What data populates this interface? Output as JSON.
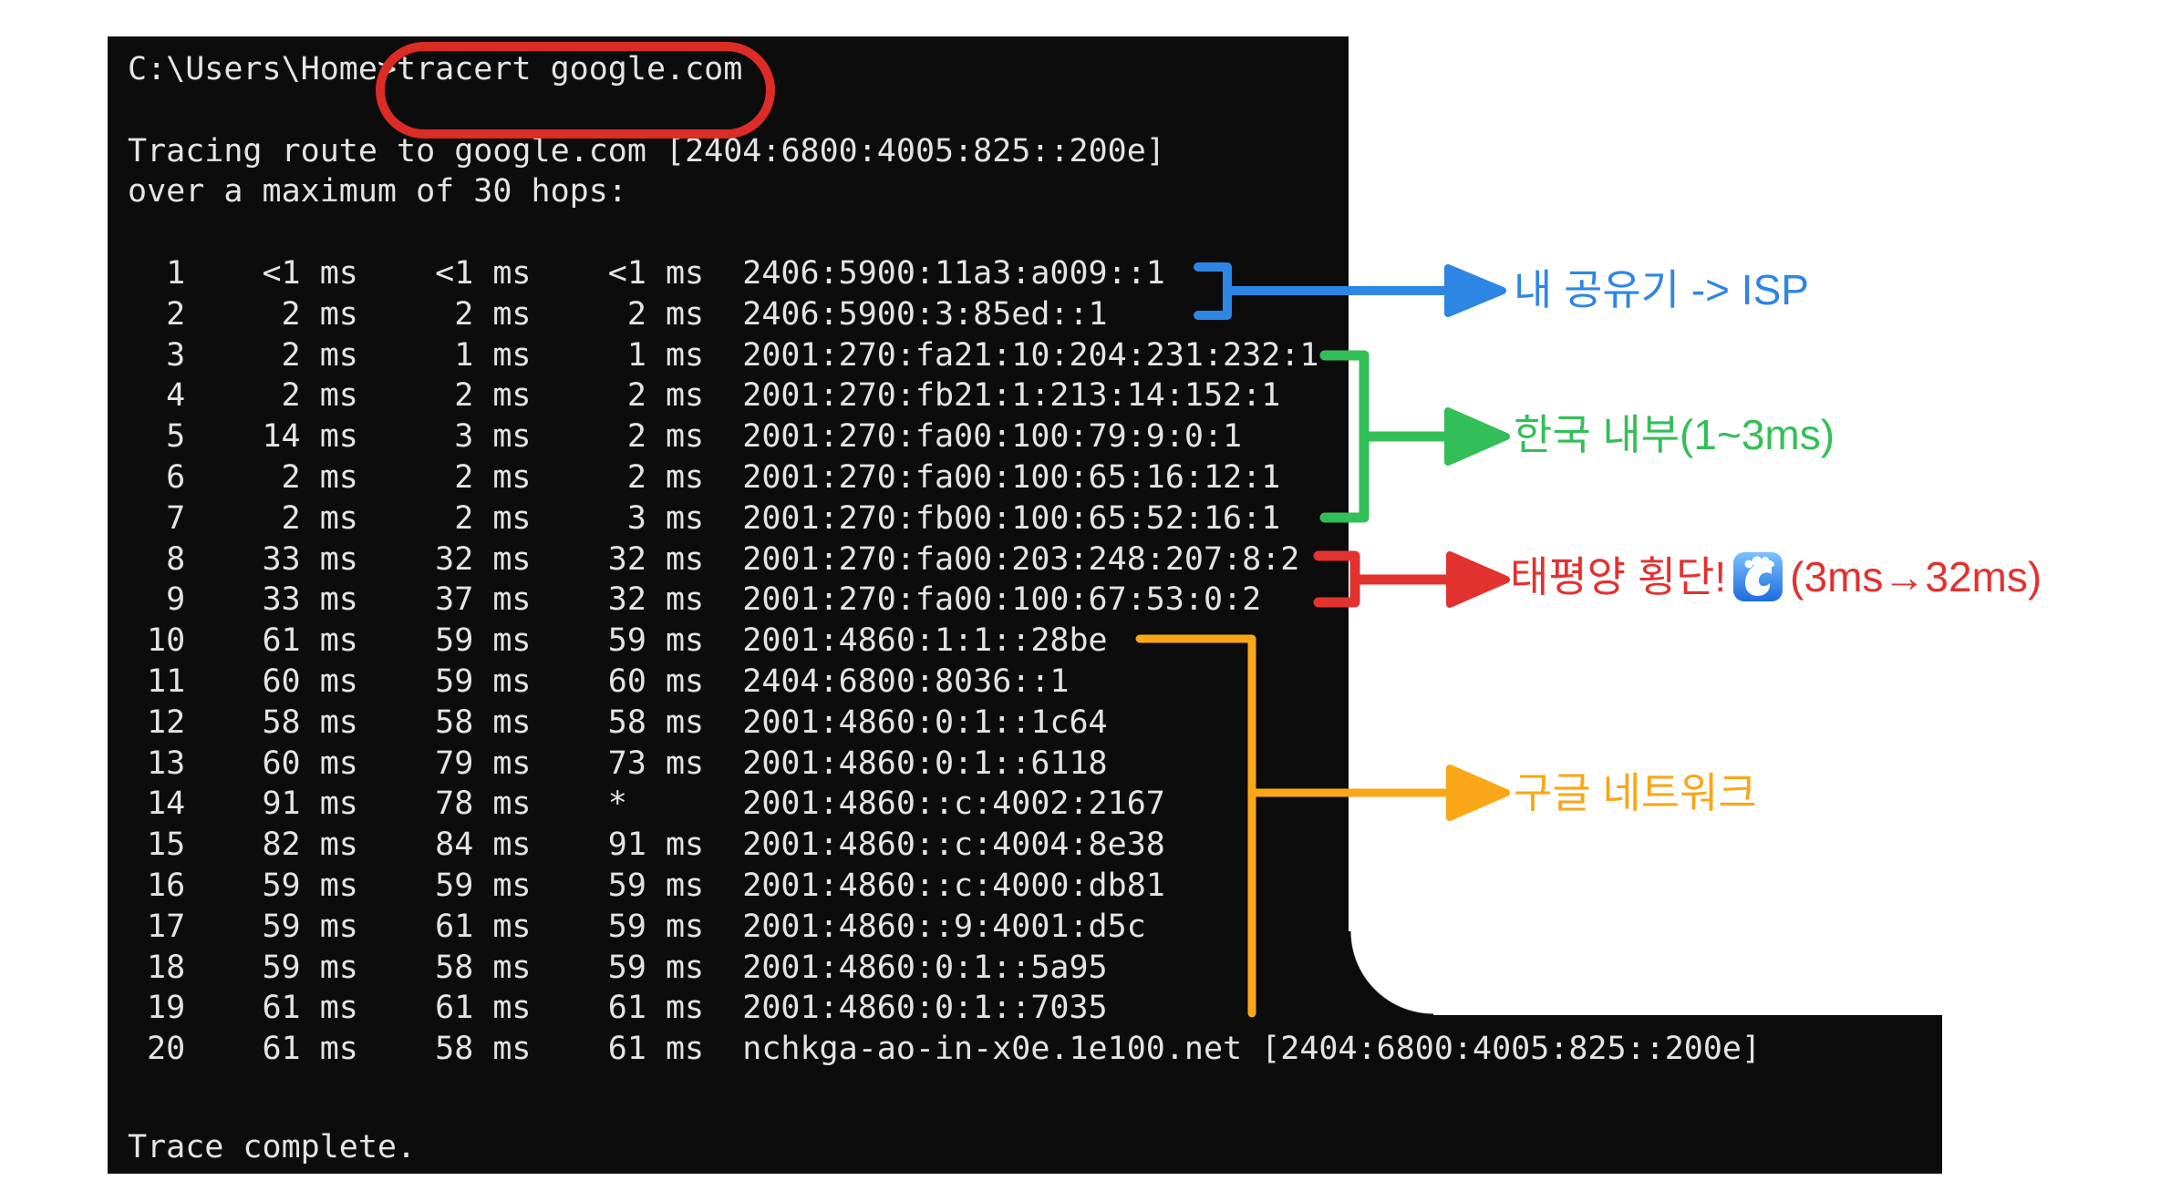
{
  "terminal": {
    "prompt": "C:\\Users\\Home>",
    "command": "tracert google.com",
    "tracing_line": "Tracing route to google.com [2404:6800:4005:825::200e]",
    "max_hops_line": "over a maximum of 30 hops:",
    "trace_complete": "Trace complete.",
    "hops": [
      {
        "hop": "1",
        "t1": "<1 ms",
        "t2": "<1 ms",
        "t3": "<1 ms",
        "addr": "2406:5900:11a3:a009::1"
      },
      {
        "hop": "2",
        "t1": "2 ms",
        "t2": "2 ms",
        "t3": "2 ms",
        "addr": "2406:5900:3:85ed::1"
      },
      {
        "hop": "3",
        "t1": "2 ms",
        "t2": "1 ms",
        "t3": "1 ms",
        "addr": "2001:270:fa21:10:204:231:232:1"
      },
      {
        "hop": "4",
        "t1": "2 ms",
        "t2": "2 ms",
        "t3": "2 ms",
        "addr": "2001:270:fb21:1:213:14:152:1"
      },
      {
        "hop": "5",
        "t1": "14 ms",
        "t2": "3 ms",
        "t3": "2 ms",
        "addr": "2001:270:fa00:100:79:9:0:1"
      },
      {
        "hop": "6",
        "t1": "2 ms",
        "t2": "2 ms",
        "t3": "2 ms",
        "addr": "2001:270:fa00:100:65:16:12:1"
      },
      {
        "hop": "7",
        "t1": "2 ms",
        "t2": "2 ms",
        "t3": "3 ms",
        "addr": "2001:270:fb00:100:65:52:16:1"
      },
      {
        "hop": "8",
        "t1": "33 ms",
        "t2": "32 ms",
        "t3": "32 ms",
        "addr": "2001:270:fa00:203:248:207:8:2"
      },
      {
        "hop": "9",
        "t1": "33 ms",
        "t2": "37 ms",
        "t3": "32 ms",
        "addr": "2001:270:fa00:100:67:53:0:2"
      },
      {
        "hop": "10",
        "t1": "61 ms",
        "t2": "59 ms",
        "t3": "59 ms",
        "addr": "2001:4860:1:1::28be"
      },
      {
        "hop": "11",
        "t1": "60 ms",
        "t2": "59 ms",
        "t3": "60 ms",
        "addr": "2404:6800:8036::1"
      },
      {
        "hop": "12",
        "t1": "58 ms",
        "t2": "58 ms",
        "t3": "58 ms",
        "addr": "2001:4860:0:1::1c64"
      },
      {
        "hop": "13",
        "t1": "60 ms",
        "t2": "79 ms",
        "t3": "73 ms",
        "addr": "2001:4860:0:1::6118"
      },
      {
        "hop": "14",
        "t1": "91 ms",
        "t2": "78 ms",
        "t3": "*",
        "addr": "2001:4860::c:4002:2167"
      },
      {
        "hop": "15",
        "t1": "82 ms",
        "t2": "84 ms",
        "t3": "91 ms",
        "addr": "2001:4860::c:4004:8e38"
      },
      {
        "hop": "16",
        "t1": "59 ms",
        "t2": "59 ms",
        "t3": "59 ms",
        "addr": "2001:4860::c:4000:db81"
      },
      {
        "hop": "17",
        "t1": "59 ms",
        "t2": "61 ms",
        "t3": "59 ms",
        "addr": "2001:4860::9:4001:d5c"
      },
      {
        "hop": "18",
        "t1": "59 ms",
        "t2": "58 ms",
        "t3": "59 ms",
        "addr": "2001:4860:0:1::5a95"
      },
      {
        "hop": "19",
        "t1": "61 ms",
        "t2": "61 ms",
        "t3": "61 ms",
        "addr": "2001:4860:0:1::7035"
      },
      {
        "hop": "20",
        "t1": "61 ms",
        "t2": "58 ms",
        "t3": "61 ms",
        "addr": "nchkga-ao-in-x0e.1e100.net [2404:6800:4005:825::200e]"
      }
    ]
  },
  "annotations": {
    "router_isp": {
      "label": "내 공유기 -> ISP",
      "points_to_hops": "1-2"
    },
    "korea": {
      "label": "한국 내부(1~3ms)",
      "points_to_hops": "3-7"
    },
    "pacific": {
      "label": "태평양 횡단!",
      "suffix": "(3ms→32ms)",
      "emoji": "wave",
      "points_to_hops": "8-9"
    },
    "google": {
      "label": "구글 네트워크",
      "points_to_hops": "10-20"
    }
  },
  "colors": {
    "terminal_bg": "#0c0c0c",
    "terminal_text": "#e4e4e4",
    "highlight_oval": "#dd2b26",
    "blue_annotation": "#2e86e4",
    "green_annotation": "#33bf57",
    "red_annotation": "#e23230",
    "orange_annotation": "#f9a716"
  }
}
